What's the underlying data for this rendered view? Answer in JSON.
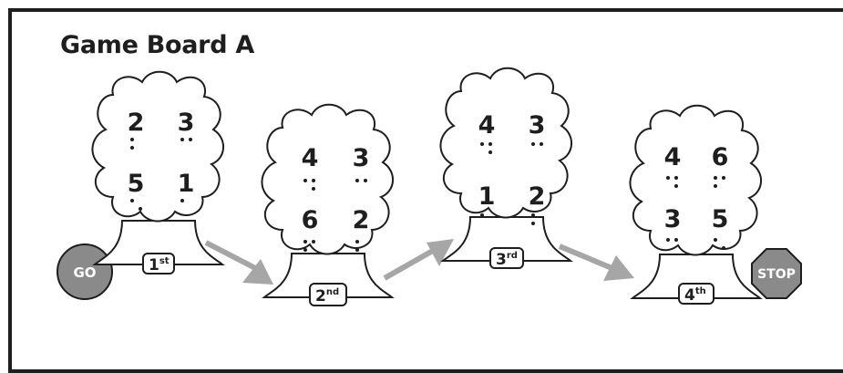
{
  "board": {
    "title": "Game Board A",
    "start_label": "GO",
    "end_label": "STOP"
  },
  "trees": [
    {
      "ordinal": "1",
      "suffix": "st",
      "numbers": [
        "2",
        "3",
        "5",
        "1"
      ]
    },
    {
      "ordinal": "2",
      "suffix": "nd",
      "numbers": [
        "4",
        "3",
        "6",
        "2"
      ]
    },
    {
      "ordinal": "3",
      "suffix": "rd",
      "numbers": [
        "4",
        "3",
        "1",
        "2"
      ]
    },
    {
      "ordinal": "4",
      "suffix": "th",
      "numbers": [
        "4",
        "6",
        "3",
        "5"
      ]
    }
  ],
  "colors": {
    "ink": "#1e1e1e",
    "sign_fill": "#8a8a8a",
    "arrow": "#a6a6a6"
  }
}
